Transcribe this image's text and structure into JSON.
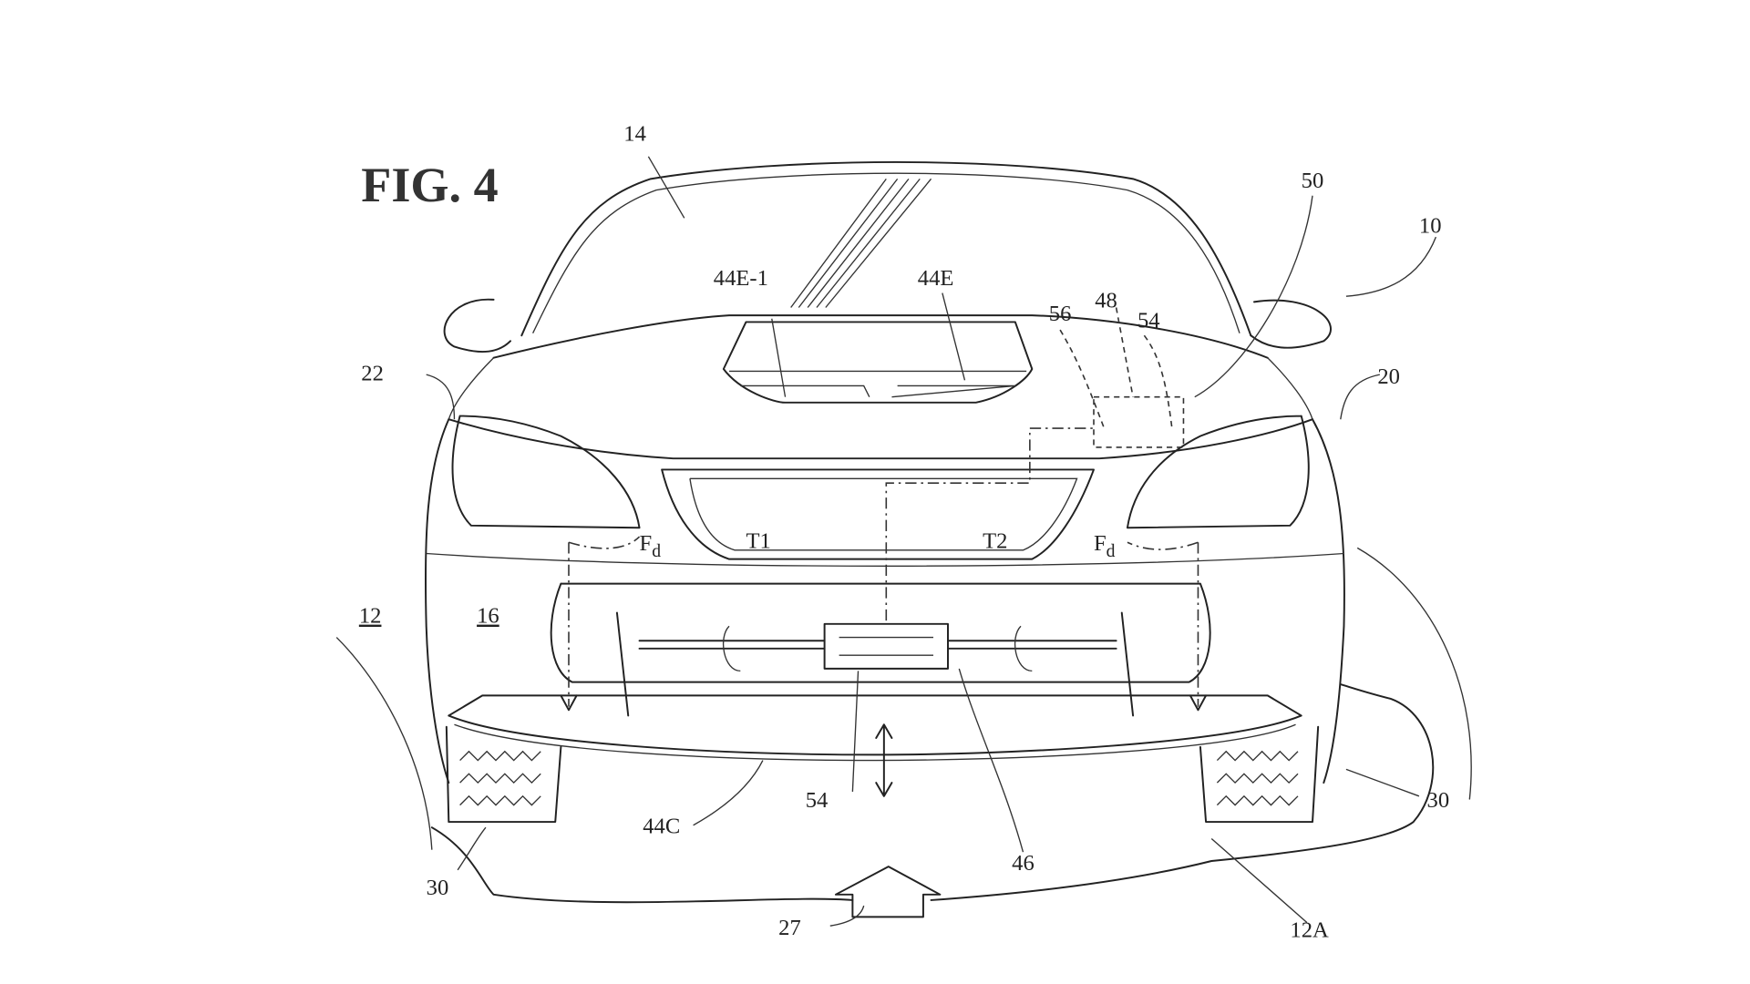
{
  "figure": {
    "title": "FIG. 4"
  },
  "labels": {
    "l14": "14",
    "l10": "10",
    "l50": "50",
    "l44e1": "44E-1",
    "l44e": "44E",
    "l56": "56",
    "l48": "48",
    "l54top": "54",
    "l22": "22",
    "l20": "20",
    "fd_left": "F",
    "fd_right": "F",
    "fd_sub": "d",
    "t1": "T1",
    "t2": "T2",
    "l12": "12",
    "l16": "16",
    "l30_right": "30",
    "l30_left": "30",
    "l54": "54",
    "l44c": "44C",
    "l46": "46",
    "l27": "27",
    "l12a": "12A"
  }
}
